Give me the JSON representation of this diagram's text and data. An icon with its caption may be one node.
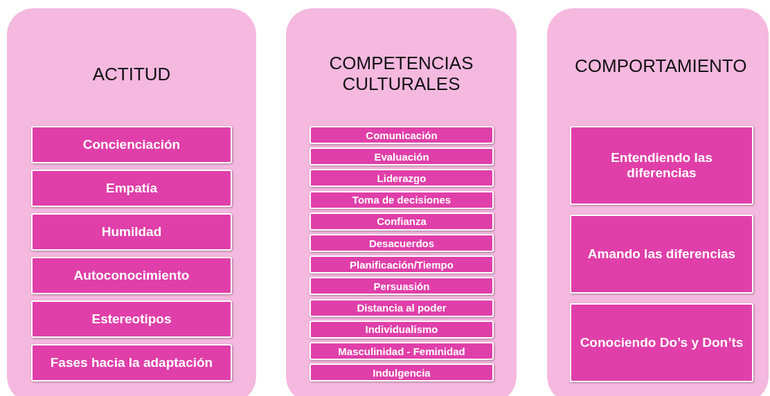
{
  "diagram": {
    "nodes": [
      {
        "text": [
          "ACTITUD"
        ]
      },
      {
        "text": [
          "Concienciación"
        ],
        "in": 0
      },
      {
        "text": [
          "Empatía"
        ],
        "in": 0
      },
      {
        "text": [
          "Humildad"
        ],
        "in": 0
      },
      {
        "text": [
          "Autoconocimiento"
        ],
        "in": 0
      },
      {
        "text": [
          "Estereotipos"
        ],
        "in": 0
      },
      {
        "text": [
          "Fases hacia la adaptación"
        ],
        "in": 0
      },
      {
        "text": [
          "COMPETENCIAS CULTURALES"
        ]
      },
      {
        "text": [
          "Comunicación"
        ],
        "in": 7
      },
      {
        "text": [
          "Evaluación"
        ],
        "in": 7
      },
      {
        "text": [
          "Liderazgo"
        ],
        "in": 7
      },
      {
        "text": [
          "Toma de decisiones"
        ],
        "in": 7
      },
      {
        "text": [
          "Confianza"
        ],
        "in": 7
      },
      {
        "text": [
          "Desacuerdos"
        ],
        "in": 7
      },
      {
        "text": [
          "Planificación/Tiempo"
        ],
        "in": 7
      },
      {
        "text": [
          "Persuasión"
        ],
        "in": 7
      },
      {
        "text": [
          "Distancia al poder"
        ],
        "in": 7
      },
      {
        "text": [
          "Individualismo"
        ],
        "in": 7
      },
      {
        "text": [
          "Masculinidad - Feminidad"
        ],
        "in": 7
      },
      {
        "text": [
          "Indulgencia"
        ],
        "in": 7
      },
      {
        "text": [
          "COMPORTAMIENTO"
        ]
      },
      {
        "text": [
          "Entendiendo las diferencias"
        ],
        "in": 20
      },
      {
        "text": [
          "Amando las diferencias"
        ],
        "in": 20
      },
      {
        "text": [
          "Conociendo Do’s y Don’ts"
        ],
        "in": 20
      }
    ]
  }
}
